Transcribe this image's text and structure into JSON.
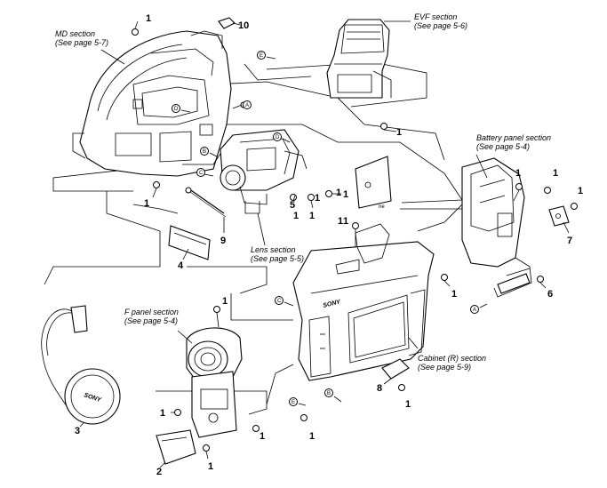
{
  "diagram": {
    "sections": [
      {
        "key": "md",
        "name": "MD section",
        "ref": "(See page 5-7)"
      },
      {
        "key": "evf",
        "name": "EVF section",
        "ref": "(See page 5-6)"
      },
      {
        "key": "battery",
        "name": "Battery panel section",
        "ref": "(See page 5-4)"
      },
      {
        "key": "lens",
        "name": "Lens section",
        "ref": "(See page 5-5)"
      },
      {
        "key": "fpanel",
        "name": "F panel section",
        "ref": "(See page 5-4)"
      },
      {
        "key": "cabinet",
        "name": "Cabinet (R) section",
        "ref": "(See page 5-9)"
      }
    ],
    "callouts": [
      "1",
      "10",
      "1",
      "1",
      "1",
      "1",
      "1",
      "1",
      "1",
      "1",
      "1",
      "5",
      "1",
      "9",
      "4",
      "1",
      "6",
      "7",
      "1",
      "1",
      "1",
      "1",
      "2",
      "1",
      "1",
      "3",
      "8",
      "1",
      "1"
    ],
    "point_markers": [
      "A",
      "A",
      "B",
      "B",
      "C",
      "C",
      "D",
      "D",
      "E",
      "E"
    ],
    "brand_marks": [
      "SONY",
      "SONY"
    ],
    "part_code": "ne"
  }
}
